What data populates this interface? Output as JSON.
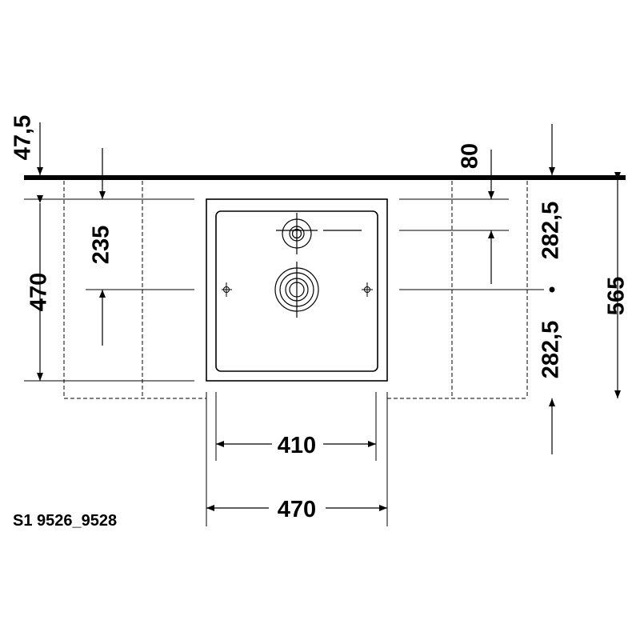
{
  "dimensions": {
    "top_offset": "47,5",
    "wall_offset": "80",
    "depth_outer": "470",
    "half_depth": "235",
    "upper_height": "282,5",
    "lower_height": "282,5",
    "total_height": "565",
    "inner_width": "410",
    "outer_width": "470"
  },
  "drawing_code": "S1 9526_9528",
  "colors": {
    "line": "#000000",
    "background": "#ffffff"
  }
}
